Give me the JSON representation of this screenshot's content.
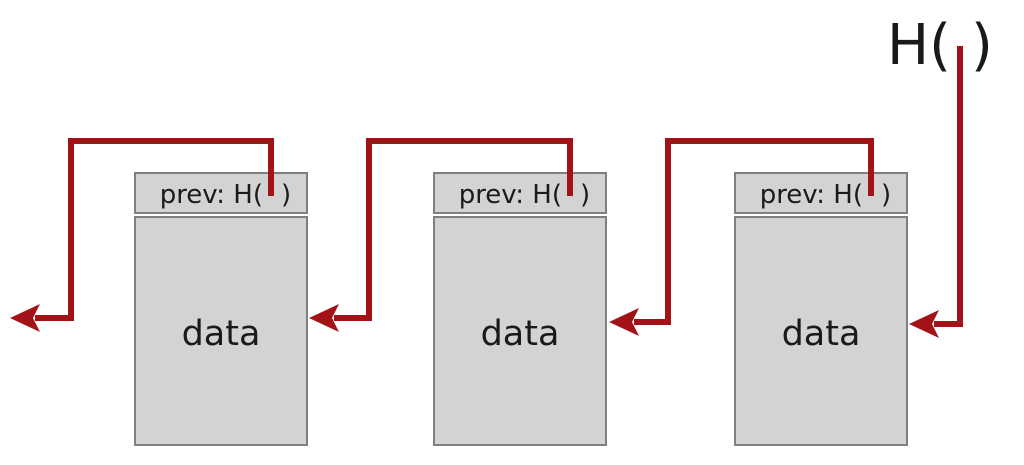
{
  "hash_label": {
    "left": "H(",
    "right": ")",
    "full": "H( )"
  },
  "blocks": [
    {
      "header_left": "prev: H(",
      "header_right": ")",
      "header_full": "prev: H( )",
      "body": "data"
    },
    {
      "header_left": "prev: H(",
      "header_right": ")",
      "header_full": "prev: H( )",
      "body": "data"
    },
    {
      "header_left": "prev: H(",
      "header_right": ")",
      "header_full": "prev: H( )",
      "body": "data"
    }
  ],
  "colors": {
    "arrow_red": "#a31217",
    "box_fill": "#d3d3d3",
    "box_border": "#7f7f7f",
    "text": "#1a1a1a",
    "background": "#ffffff"
  }
}
